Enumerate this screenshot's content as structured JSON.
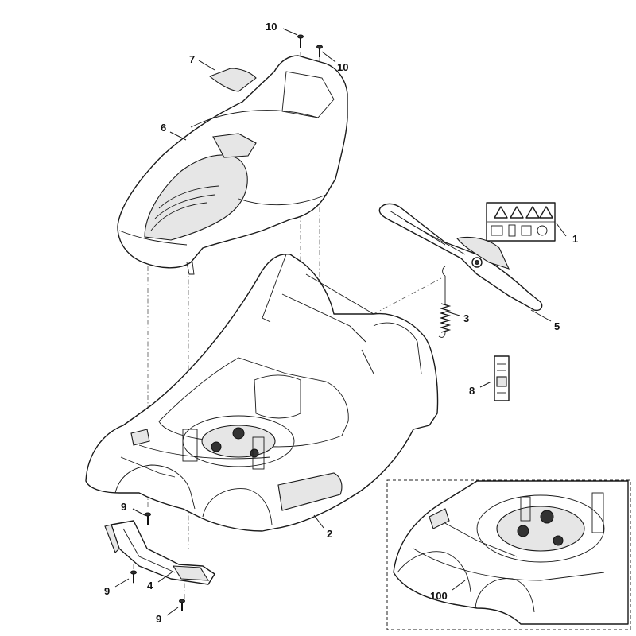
{
  "callouts": {
    "p1": "1",
    "p2": "2",
    "p3": "3",
    "p4": "4",
    "p5": "5",
    "p6": "6",
    "p7": "7",
    "p8": "8",
    "p9a": "9",
    "p9b": "9",
    "p9c": "9",
    "p10a": "10",
    "p10b": "10",
    "p100": "100"
  }
}
